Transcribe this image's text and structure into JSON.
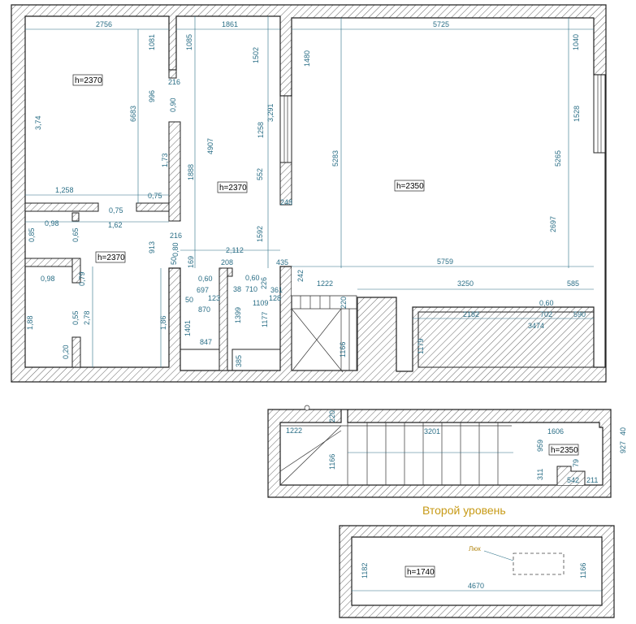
{
  "height_labels": {
    "main_top_left": "h=2370",
    "main_center_left": "h=2370",
    "main_living": "h=2350",
    "main_bottom_left": "h=2370",
    "second_level": "h=2350",
    "attic": "h=1740"
  },
  "caption": "Второй уровень",
  "hatch_label": "Люк",
  "dims": {
    "d2756": "2756",
    "d1081": "1081",
    "d1085": "1085",
    "d1861": "1861",
    "d5725": "5725",
    "d1040": "1040",
    "d1502": "1502",
    "d1480": "1480",
    "d216a": "216",
    "d996": "996",
    "d090": "0,90",
    "d6683": "6683",
    "d374": "3,74",
    "d3291": "3,291",
    "d1528": "1528",
    "d1258b": "1258",
    "d4907": "4907",
    "d173": "1,73",
    "d1888": "1888",
    "d5283": "5283",
    "d5265": "5265",
    "d552": "552",
    "d248": "248",
    "d1258": "1,258",
    "d075a": "0,75",
    "d075b": "0,75",
    "d098a": "0,98",
    "d162": "1,62",
    "d085": "0,85",
    "d065": "0,65",
    "d913": "913",
    "d216b": "216",
    "d1592": "1592",
    "d2697": "2697",
    "d2112": "2,112",
    "d080": "0,80",
    "d50": "50",
    "d169": "169",
    "d208": "208",
    "d435": "435",
    "d5759": "5759",
    "d098b": "0,98",
    "d079": "0,79",
    "d060a": "0,60",
    "d060b": "0,60",
    "d697": "697",
    "d710": "710",
    "d226": "226",
    "d123": "123",
    "d38": "38",
    "d361": "361",
    "d242": "242",
    "d1222": "1222",
    "d3250": "3250",
    "d585": "585",
    "d50b": "50",
    "d1109": "1109",
    "d128": "128",
    "d220": "220",
    "d060c": "0,60",
    "d870": "870",
    "d2182": "2182",
    "d702": "702",
    "d590": "590",
    "d278": "2,78",
    "d055": "0,55",
    "d188": "1,88",
    "d186": "1,86",
    "d1401": "1401",
    "d1399": "1399",
    "d1177": "1177",
    "d1166": "1166",
    "d1179": "1179",
    "d3474": "3474",
    "d847": "847",
    "d020": "0,20",
    "d385": "385",
    "s1222": "1222",
    "s220": "220",
    "s3201": "3201",
    "s1606": "1606",
    "s40": "40",
    "s959": "959",
    "s927": "927",
    "s1166": "1166",
    "s79": "79",
    "s311": "311",
    "s542": "542",
    "s211": "211",
    "a1182": "1182",
    "a1166": "1166",
    "a4670": "4670"
  }
}
